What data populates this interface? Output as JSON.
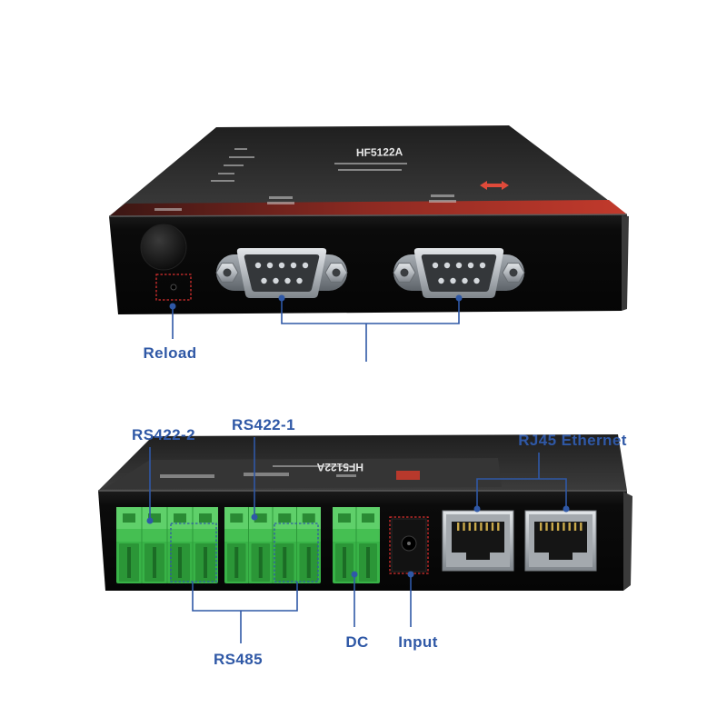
{
  "device_model": "HF5122A",
  "callouts": {
    "reload": "Reload",
    "rs422_2": "RS422-2",
    "rs422_1": "RS422-1",
    "rj45": "RJ45 Ethernet",
    "rs485": "RS485",
    "dc": "DC",
    "input": "Input"
  },
  "colors": {
    "callout": "#2f58a6",
    "highlight": "#d9302f",
    "terminal_green": "#38b347",
    "device_body": "#0d0d0d"
  }
}
